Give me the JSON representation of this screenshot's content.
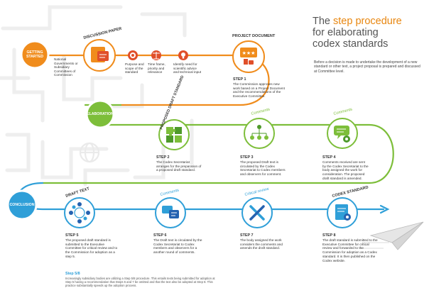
{
  "title": {
    "line1_pre": "The ",
    "line1_accent": "step procedure",
    "line2": "for elaborating",
    "line3": "codex standards"
  },
  "intro": "Before a decision is made to undertake the development of a new standard or other text, a project proposal is prepared and discussed at Committee level.",
  "phases": {
    "getting_started": "GETTING STARTED",
    "elaboration": "ELABORATION",
    "conclusion": "CONCLUSION"
  },
  "colors": {
    "orange": "#f08c1c",
    "green": "#7dbe3a",
    "blue": "#2f9fd8",
    "dark": "#333333"
  },
  "icons": [
    "document-icon",
    "target-icon",
    "scale-icon",
    "lightbulb-icon",
    "rating-icon",
    "puzzle-icon",
    "network-icon",
    "comment-gear-icon",
    "team-icon",
    "chat-doc-icon",
    "tools-icon",
    "certificate-icon",
    "paper-plane-icon",
    "globe-icon"
  ],
  "row1": {
    "initiators": "National Governments or Subsidiary Committees of Commission",
    "discussion_paper": "DISCUSSION PAPER",
    "purpose": "Purpose and scope of the standard",
    "timeframe": "Time frame, priority and relevance",
    "identify": "Identify need for scientific advice and technical input",
    "project_document": "PROJECT DOCUMENT",
    "step1_label": "STEP 1",
    "step1_text": "The Commission approves new work based on a Project Document and the recommendations of the Executive Committee."
  },
  "row2": {
    "proposed_draft": "PROPOSED DRAFT STANDARD",
    "comments_a": "Comments",
    "comments_b": "Comments",
    "step2_label": "STEP 2",
    "step2_text": "The Codex Secretariat arranges for the preparation of a proposed draft standard.",
    "step3_label": "STEP 3",
    "step3_text": "The proposed Draft text is circulated by the Codex Secretariat to Codex members and observers for comment.",
    "step4_label": "STEP 4",
    "step4_text": "Comments received are sent by the Codex Secretariat to the body assigned the work for consideration. The proposed draft standard is amended."
  },
  "row3": {
    "draft_text": "DRAFT TEXT",
    "comments": "Comments",
    "critical_review": "Critical review",
    "codex_standard": "CODEX STANDARD",
    "step5_label": "STEP 5",
    "step5_text": "The proposed draft standard is submitted to the Executive Committee for critical review and to the Commission for adoption as a step 5.",
    "step6_label": "STEP 6",
    "step6_text": "The Draft text is circulated by the Codex Secretariat to Codex members and observers for a another round of comments.",
    "step7_label": "STEP 7",
    "step7_text": "The body assigned the work considers the comments and amends the draft standard.",
    "step8_label": "STEP 8",
    "step8_text": "The draft standard is submitted to the Executive Committee for critical review and forwarded to the Commission for adoption as a Codex standard. It is then published on the Codex website."
  },
  "footnote": {
    "label": "Step 5/8",
    "text": "Increasingly subsidiary bodies are utilizing a Step 5/8 procedure. This entails texts being submitted for adoption at Step 5 having a recommendation that Steps 6 and 7 be omitted and that the text also be adopted at Step 8. This practice substantially speeds up the adoption process."
  }
}
